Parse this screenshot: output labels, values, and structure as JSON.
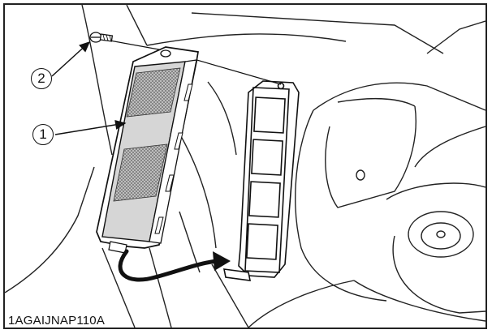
{
  "callouts": [
    {
      "number": "1",
      "meaning": ""
    },
    {
      "number": "2",
      "meaning": ""
    }
  ],
  "figure_code": "1AGAIJNAP110A",
  "colors": {
    "line": "#111111",
    "mesh": "#9a9a9a",
    "background": "#ffffff"
  },
  "icons": [
    "screw-icon",
    "filter-panel-icon",
    "removal-arrow-icon"
  ]
}
